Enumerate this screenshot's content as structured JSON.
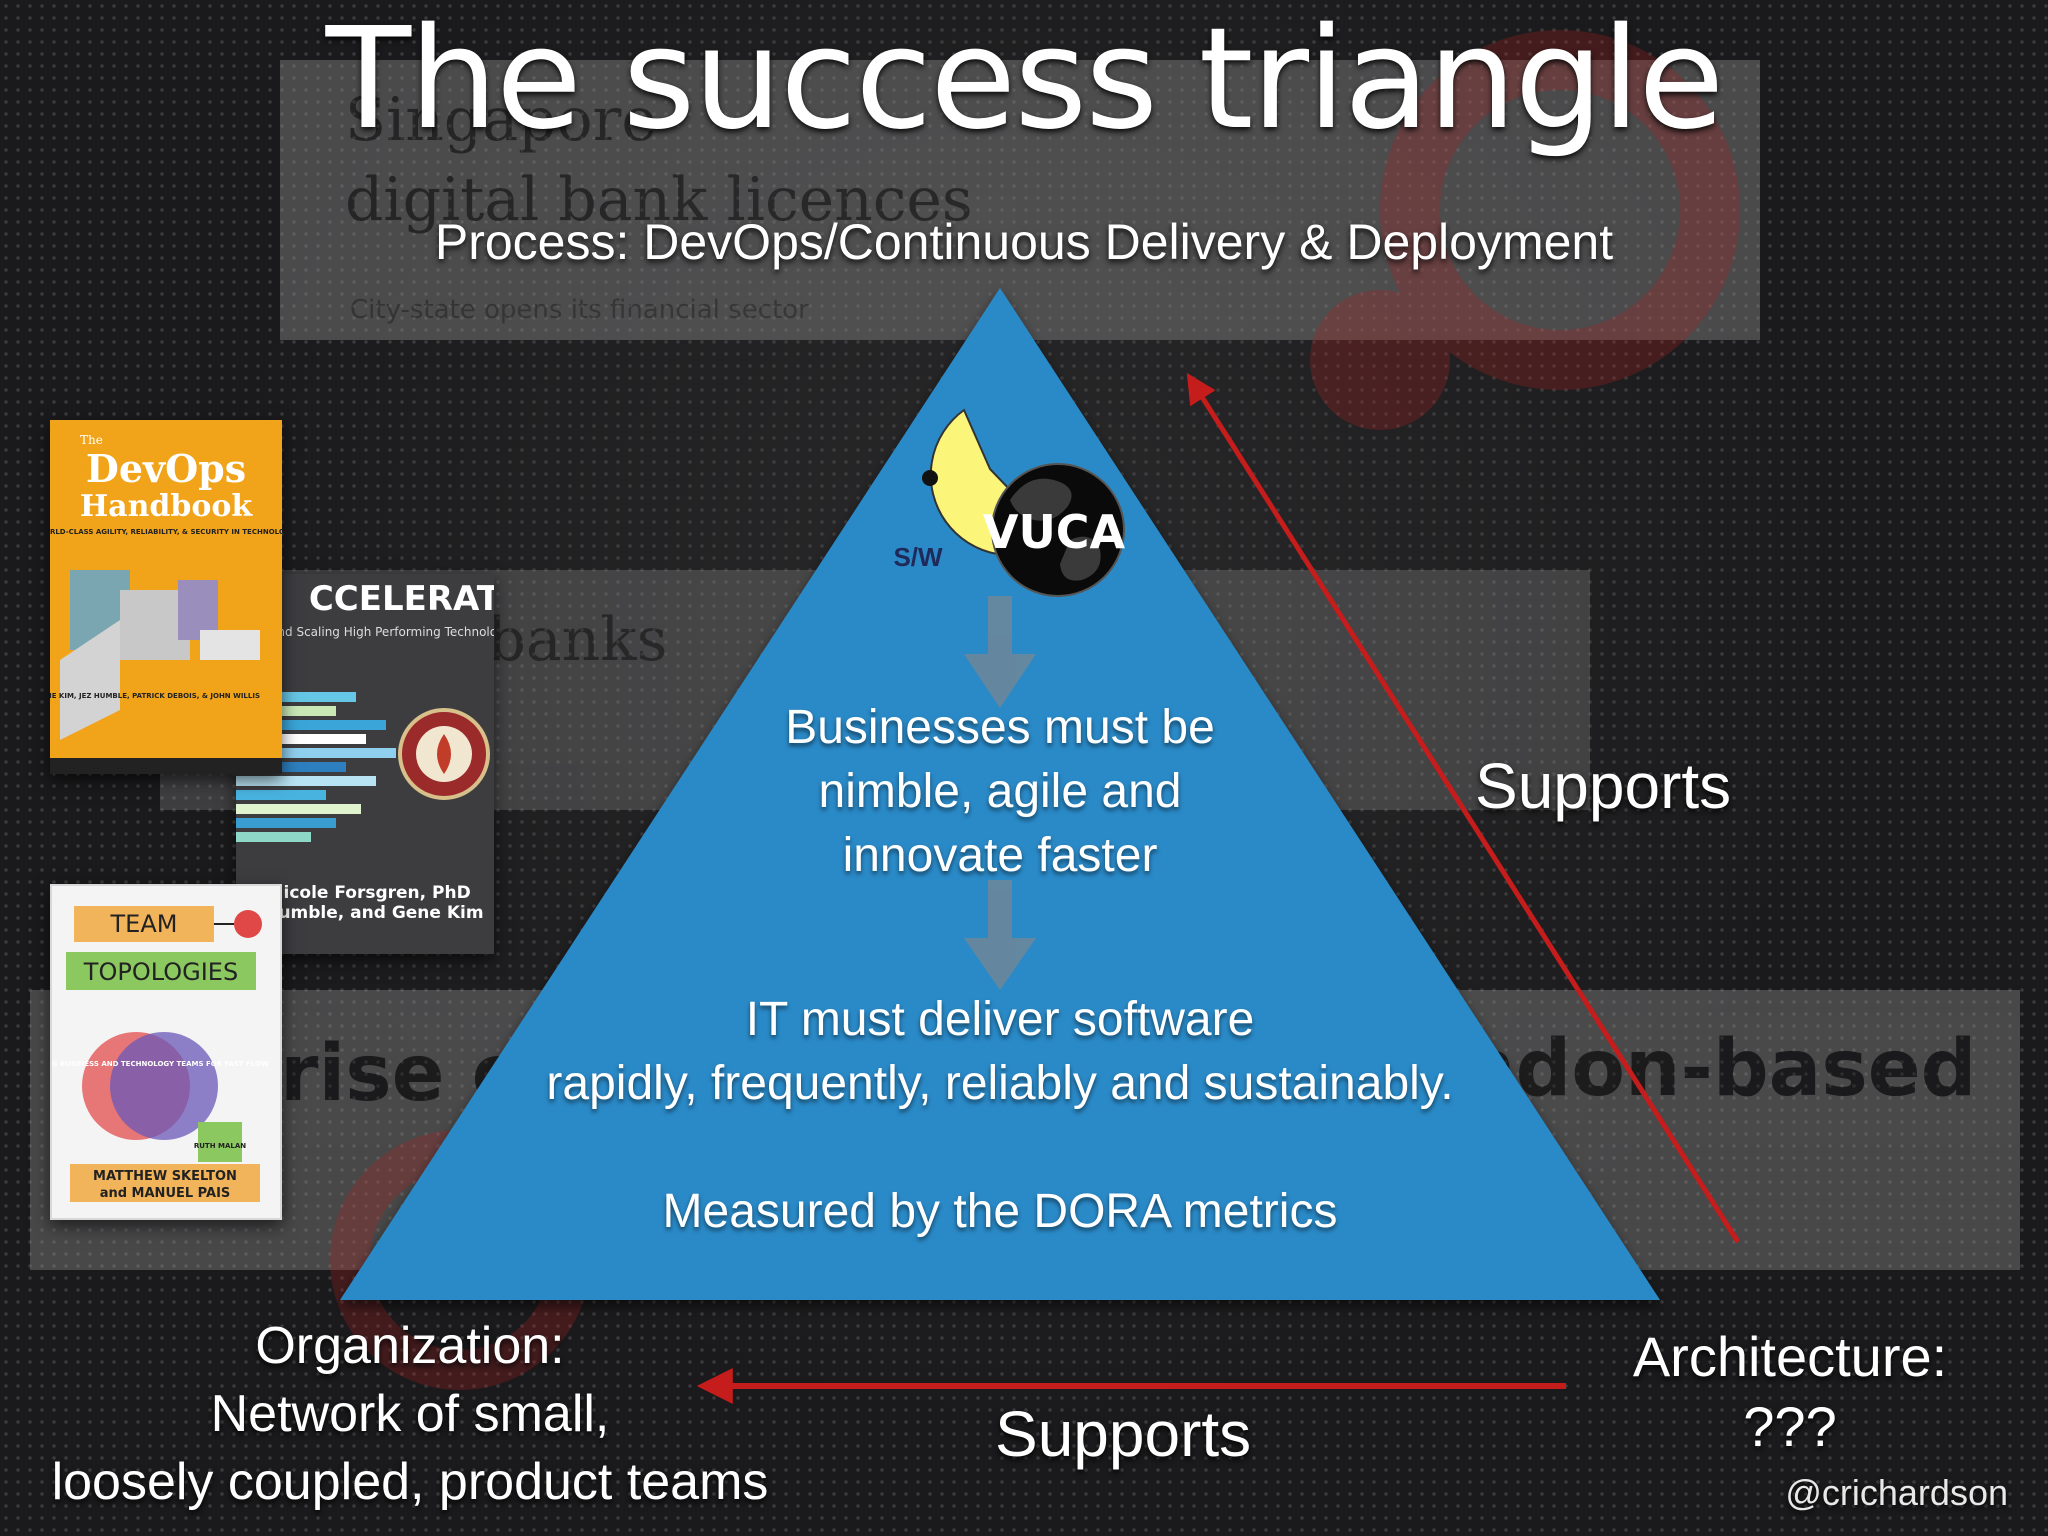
{
  "slide": {
    "title": "The success triangle",
    "process_label": "Process: DevOps/Continuous Delivery & Deployment",
    "supports_right": "Supports",
    "supports_bottom": "Supports",
    "organization_label": "Organization:\nNetwork of small,\nloosely coupled, product teams",
    "architecture_label": "Architecture:\n???",
    "handle": "@crichardson"
  },
  "triangle": {
    "business_text": "Businesses must be\nnimble, agile and\ninnovate faster",
    "it_text": "IT must deliver software\nrapidly, frequently, reliably and sustainably.",
    "dora_text": "Measured by the DORA metrics",
    "pacman_label": "S/W",
    "vuca_label": "VUCA"
  },
  "books": {
    "devops": {
      "title_top": "The",
      "title_main_1": "DevOps",
      "title_main_2": "Handbook",
      "subtitle": "HOW TO CREATE WORLD-CLASS AGILITY, RELIABILITY, & SECURITY IN TECHNOLOGY ORGANIZATIONS",
      "authors": "GENE KIM, JEZ HUMBLE, PATRICK DEBOIS, & JOHN WILLIS"
    },
    "accelerate": {
      "title": "CCELERATE",
      "subtitle": "ilding and Scaling High Performing Technology Organizations",
      "authors_1": "Nicole Forsgren, PhD",
      "authors_2": "z Humble, and Gene Kim"
    },
    "team_topologies": {
      "title_1": "TEAM",
      "title_2": "TOPOLOGIES",
      "circle_text": "ORGANIZING BUSINESS AND TECHNOLOGY TEAMS FOR FAST FLOW",
      "foreword": "RUTH MALAN",
      "authors_1": "MATTHEW SKELTON",
      "authors_2": "and MANUEL PAIS"
    }
  },
  "colors": {
    "triangle_fill": "#2a8ac8",
    "arrow_red": "#c51c1c",
    "inner_arrow": "#6f8798",
    "pacman_yellow": "#fbf67a",
    "text_white": "#ffffff"
  }
}
